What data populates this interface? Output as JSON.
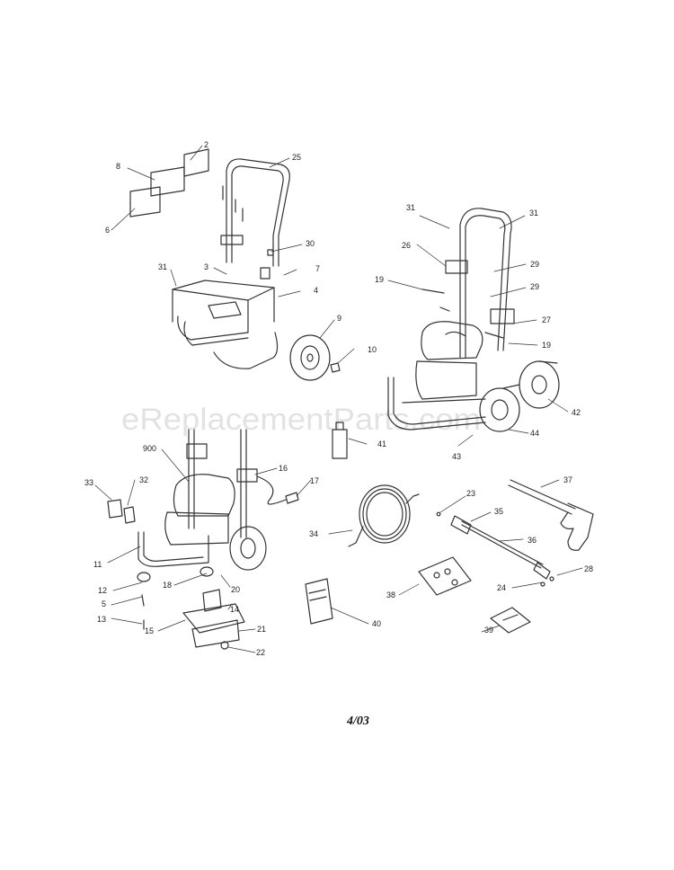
{
  "watermark": "eReplacementParts.com",
  "date_code": "4/03",
  "callouts": [
    "2",
    "8",
    "6",
    "25",
    "31",
    "3",
    "30",
    "7",
    "4",
    "9",
    "10",
    "31",
    "31",
    "26",
    "29",
    "19",
    "29",
    "27",
    "19",
    "42",
    "41",
    "43",
    "44",
    "900",
    "16",
    "17",
    "33",
    "32",
    "11",
    "12",
    "5",
    "13",
    "18",
    "20",
    "14",
    "15",
    "21",
    "22",
    "34",
    "23",
    "35",
    "37",
    "36",
    "28",
    "24",
    "38",
    "40",
    "39"
  ]
}
